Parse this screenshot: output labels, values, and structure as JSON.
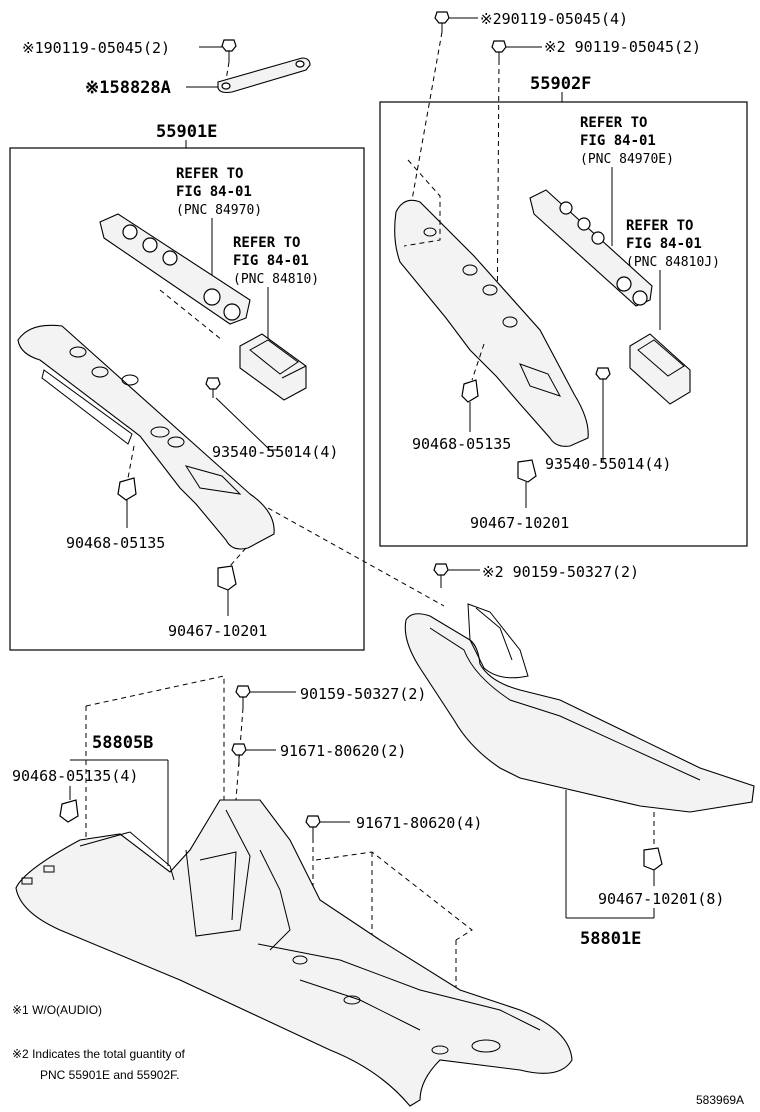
{
  "labels": {
    "top_bolt_a": "※190119-05045(2)",
    "top_bolt_b": "※290119-05045(4)",
    "top_bolt_c": "※2 90119-05045(2)",
    "bracket": "※158828A",
    "group_left": "55901E",
    "group_right": "55902F",
    "ref_left_1": {
      "line1": "REFER TO",
      "line2": "FIG 84-01",
      "line3": "(PNC 84970)"
    },
    "ref_left_2": {
      "line1": "REFER TO",
      "line2": "FIG 84-01",
      "line3": "(PNC 84810)"
    },
    "ref_right_1": {
      "line1": "REFER TO",
      "line2": "FIG 84-01",
      "line3": "(PNC 84970E)"
    },
    "ref_right_2": {
      "line1": "REFER TO",
      "line2": "FIG 84-01",
      "line3": "(PNC 84810J)"
    },
    "screw_left": "93540-55014(4)",
    "screw_right": "93540-55014(4)",
    "clip_left": "90468-05135",
    "clip_right": "90468-05135",
    "nut_left": "90467-10201",
    "nut_right": "90467-10201",
    "bolt_mid": "※2 90159-50327(2)",
    "bolt_lower": "90159-50327(2)",
    "screw_916_a": "91671-80620(2)",
    "screw_916_b": "91671-80620(4)",
    "box_58805b": "58805B",
    "clip_58805b": "90468-05135(4)",
    "nut_58801e": "90467-10201(8)",
    "panel_58801e": "58801E",
    "note1": "※1 W/O(AUDIO)",
    "note2_line1": "※2  Indicates the total guantity of",
    "note2_line2": "PNC 55901E and 55902F.",
    "figure_id": "583969A"
  }
}
